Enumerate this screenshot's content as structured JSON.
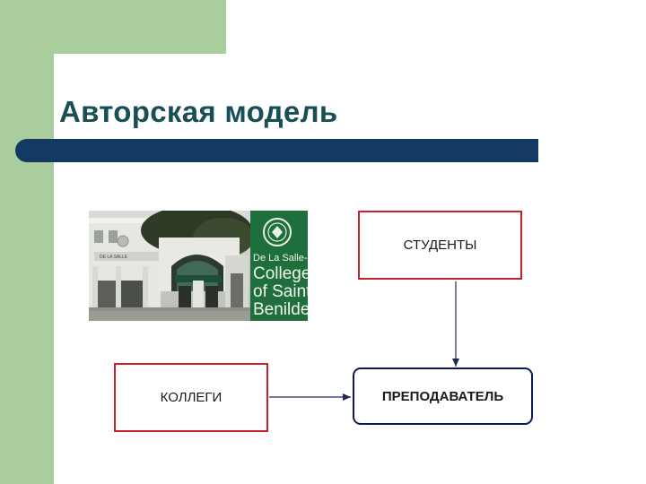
{
  "slide": {
    "title": "Авторская модель",
    "colors": {
      "accent_green": "#a9cd9c",
      "title_text": "#184f56",
      "title_bar": "#133a63",
      "box_border_red": "#c8202a",
      "box_border_navy": "#0d1b52"
    }
  },
  "photo": {
    "logo_lines": [
      "De La Salle-",
      "College",
      "of Saint",
      "Benilde"
    ],
    "building_sign": "DE LA SALLE"
  },
  "diagram": {
    "nodes": {
      "students": "СТУДЕНТЫ",
      "colleagues": "КОЛЛЕГИ",
      "teacher": "ПРЕПОДАВАТЕЛЬ"
    },
    "edges": [
      {
        "from": "students",
        "to": "teacher"
      },
      {
        "from": "colleagues",
        "to": "teacher"
      }
    ]
  }
}
